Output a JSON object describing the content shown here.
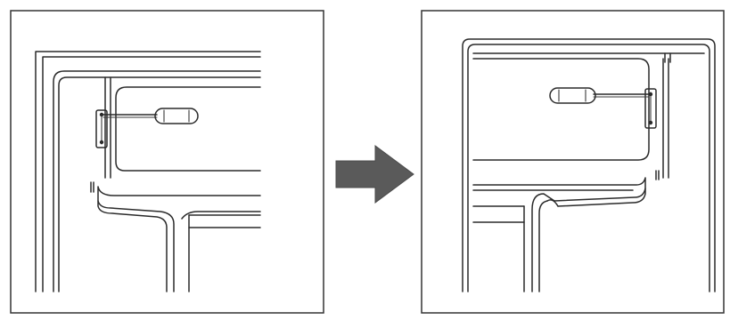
{
  "figure": {
    "panels": [
      {
        "id": "before",
        "description_name": "panel-before"
      },
      {
        "id": "after",
        "description_name": "panel-after"
      }
    ],
    "arrow": {
      "direction": "right",
      "color": "#555555"
    },
    "colors": {
      "line": "#2a2a2a",
      "frame": "#333333",
      "background": "#ffffff"
    }
  }
}
